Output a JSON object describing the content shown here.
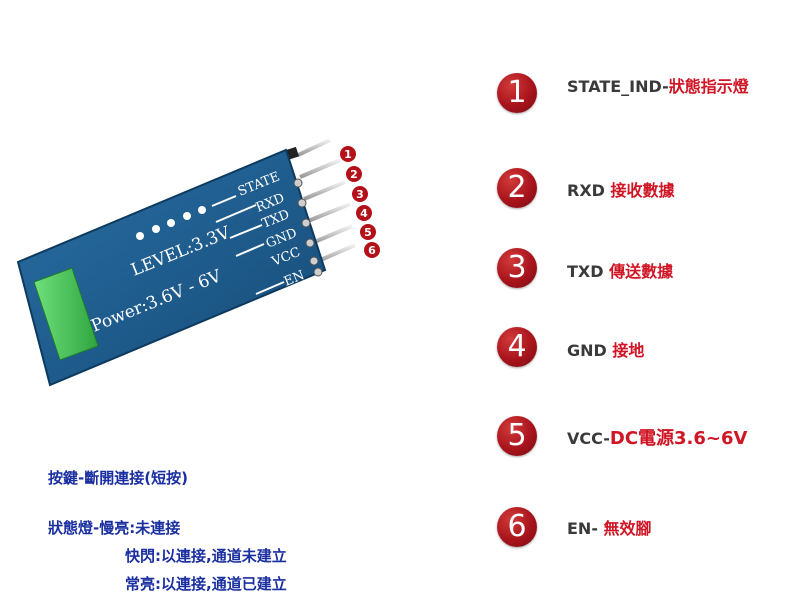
{
  "board": {
    "pin_labels": [
      "STATE",
      "RXD",
      "TXD",
      "GND",
      "VCC",
      "EN"
    ],
    "pin_numbers": [
      "1",
      "2",
      "3",
      "4",
      "5",
      "6"
    ],
    "level_text": "LEVEL:3.3V",
    "power_text": "Power:3.6V - 6V"
  },
  "pins": [
    {
      "number": "1",
      "parts": [
        {
          "text": "STATE_IND-",
          "style": "plain"
        },
        {
          "text": "狀態指示燈",
          "style": "red"
        }
      ]
    },
    {
      "number": "2",
      "parts": [
        {
          "text": "RXD ",
          "style": "plain"
        },
        {
          "text": "接收數據",
          "style": "red"
        }
      ]
    },
    {
      "number": "3",
      "parts": [
        {
          "text": "TXD ",
          "style": "plain"
        },
        {
          "text": "傳送數據",
          "style": "red"
        }
      ]
    },
    {
      "number": "4",
      "parts": [
        {
          "text": "GND ",
          "style": "plain"
        },
        {
          "text": "接地",
          "style": "red"
        }
      ]
    },
    {
      "number": "5",
      "parts": [
        {
          "text": "VCC-",
          "style": "plain"
        },
        {
          "text": "DC電源3.6~6V",
          "style": "red big"
        }
      ]
    },
    {
      "number": "6",
      "parts": [
        {
          "text": "EN- ",
          "style": "plain"
        },
        {
          "text": "無效腳",
          "style": "red"
        }
      ]
    }
  ],
  "notes": {
    "button": "按鍵-斷開連接(短按)",
    "led_title": "狀態燈-慢亮:未連接",
    "led_fast": "快閃:以連接,通道未建立",
    "led_steady": "常亮:以連接,通道已建立"
  },
  "colors": {
    "accent": "#b3101a",
    "note_text": "#1a2fa0",
    "board": "#1d5b8c",
    "antenna": "#3fbf55"
  }
}
